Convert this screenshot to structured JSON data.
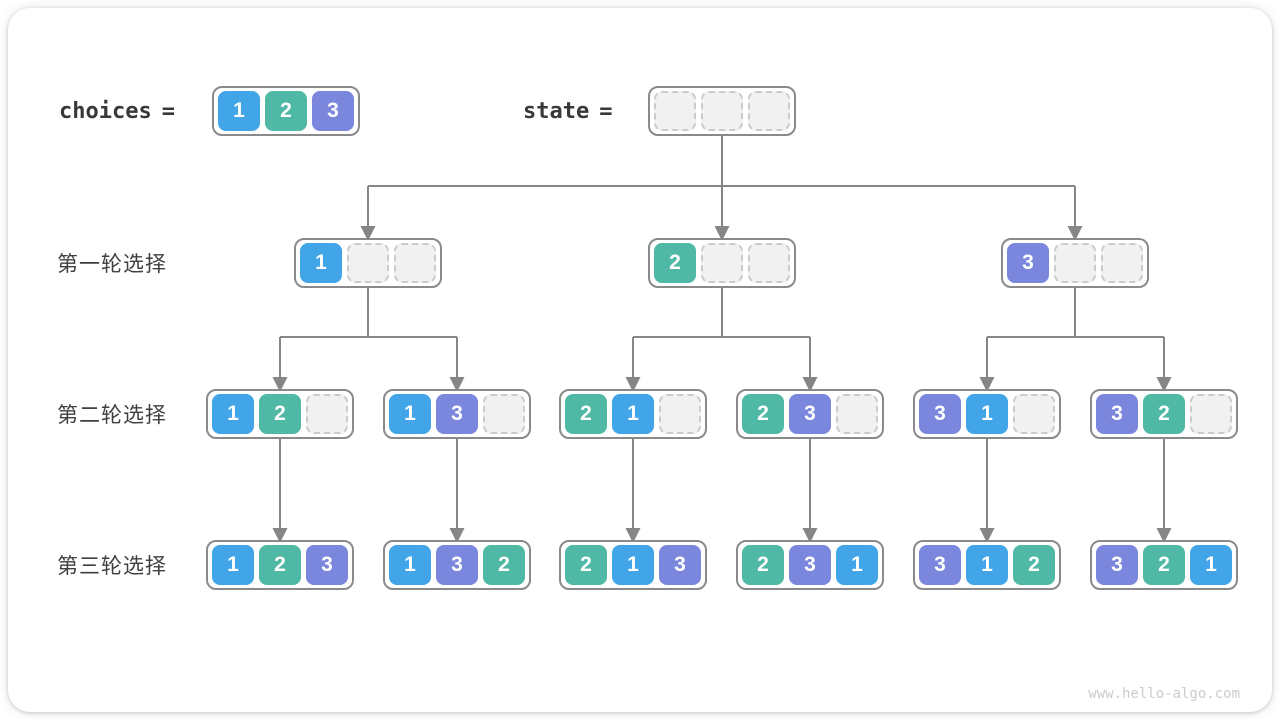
{
  "header": {
    "choices_label": "choices",
    "equals_sign": "=",
    "choices": [
      1,
      2,
      3
    ],
    "state_label": "state",
    "state": [
      null,
      null,
      null
    ]
  },
  "tree": {
    "rows": [
      {
        "label": "第一轮选择",
        "states": [
          [
            1,
            null,
            null
          ],
          [
            2,
            null,
            null
          ],
          [
            3,
            null,
            null
          ]
        ]
      },
      {
        "label": "第二轮选择",
        "states": [
          [
            1,
            2,
            null
          ],
          [
            1,
            3,
            null
          ],
          [
            2,
            1,
            null
          ],
          [
            2,
            3,
            null
          ],
          [
            3,
            1,
            null
          ],
          [
            3,
            2,
            null
          ]
        ]
      },
      {
        "label": "第三轮选择",
        "states": [
          [
            1,
            2,
            3
          ],
          [
            1,
            3,
            2
          ],
          [
            2,
            1,
            3
          ],
          [
            2,
            3,
            1
          ],
          [
            3,
            1,
            2
          ],
          [
            3,
            2,
            1
          ]
        ]
      }
    ]
  },
  "colors": {
    "value_1": "#42A5E8",
    "value_2": "#4FB9A6",
    "value_3": "#7B87DC",
    "arrow": "#868686",
    "box_border": "#8A8A8A"
  },
  "watermark": "www.hello-algo.com"
}
